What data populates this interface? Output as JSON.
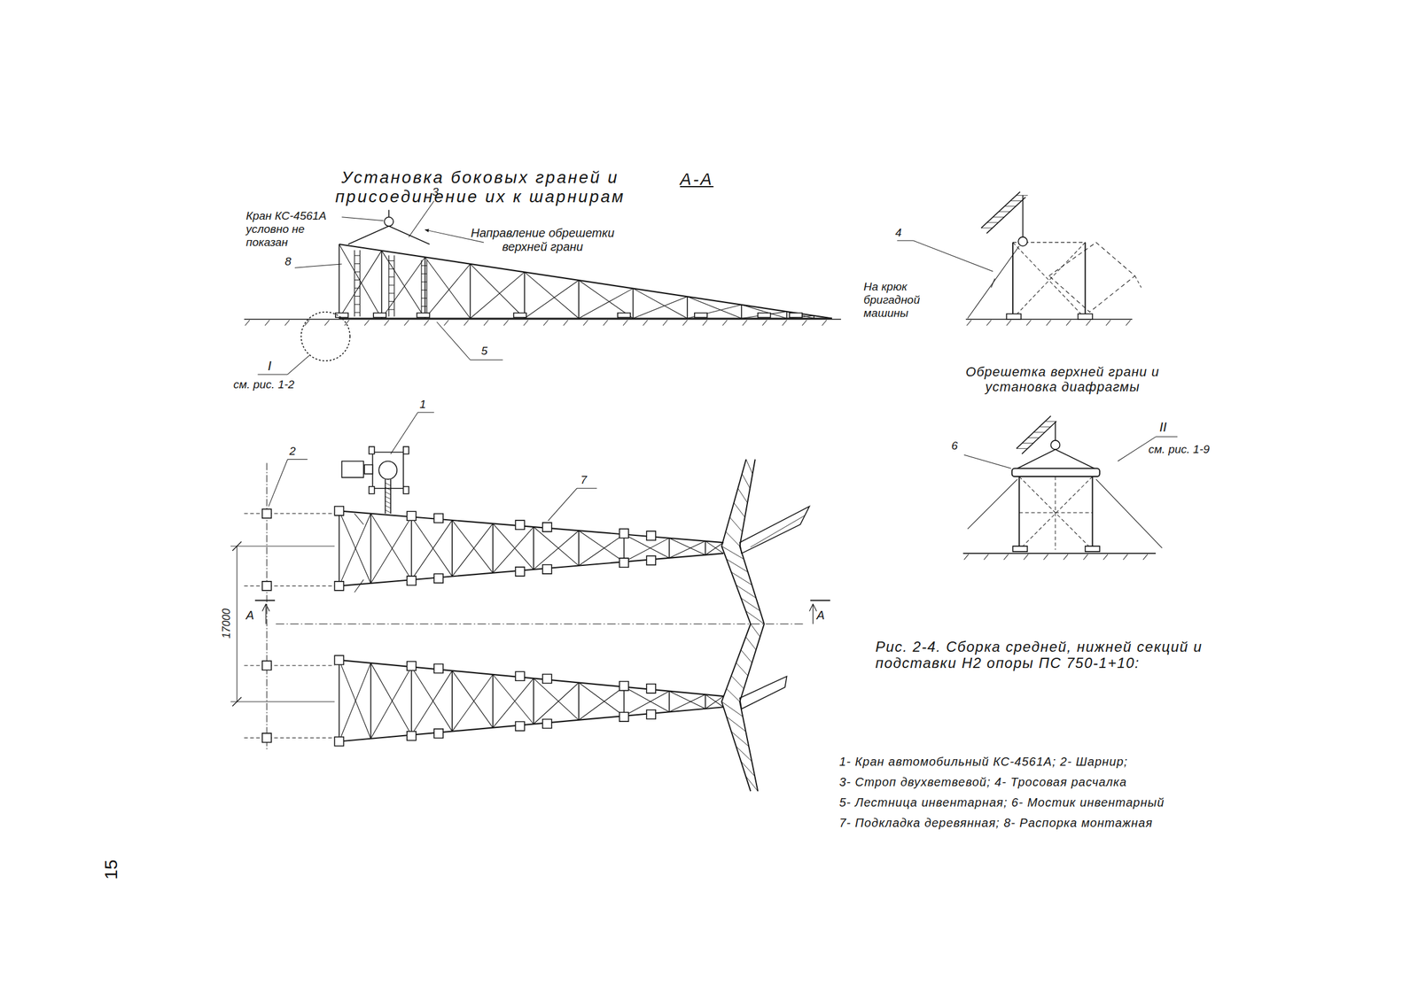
{
  "diagram": {
    "caption": "Рис. 2-4. Сборка средней, нижней секций и подставки Н2 опоры ПС 750-1+10:",
    "labels": [
      "Установка боковых граней и присоединение их к шарнирам",
      "А-А",
      "Кран КС-4561А условно не показан",
      "3",
      "Направление обрешетки верхней грани",
      "8",
      "I",
      "см. рис. 1-2",
      "5",
      "4",
      "На крюк бригадной машины",
      "Обрешетка верхней грани и установка диафрагмы",
      "6",
      "II",
      "см. рис. 1-9",
      "1",
      "2",
      "7",
      "17000",
      "А",
      "А",
      "1- Кран автомобильный КС-4561А; 2- Шарнир;",
      "3- Строп двухветвевой; 4- Тросовая расчалка",
      "5- Лестница инвентарная; 6- Мостик инвентарный",
      "7- Подкладка деревянная; 8- Распорка монтажная",
      "15"
    ]
  }
}
